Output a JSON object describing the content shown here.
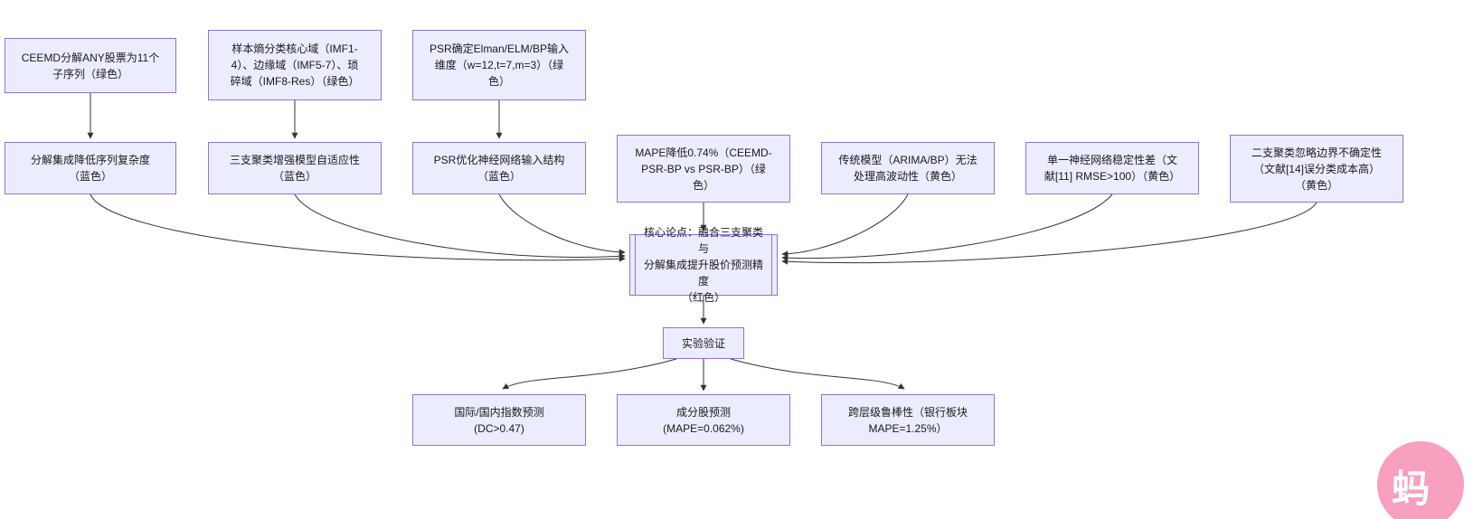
{
  "diagram": {
    "colors": {
      "node_fill": "#ECECFF",
      "node_border": "#9370DB",
      "arrow": "#333333",
      "watermark_pink": "#F79FBE"
    },
    "nodes": [
      {
        "id": "ceemd-decompose",
        "label": "CEEMD分解ANY股票为11个\n子序列（绿色）"
      },
      {
        "id": "sample-entropy-domains",
        "label": "样本熵分类核心域（IMF1-\n4）、边缘域（IMF5-7）、琐\n碎域（IMF8-Res）（绿色）"
      },
      {
        "id": "psr-input-dims",
        "label": "PSR确定Elman/ELM/BP输入\n维度（w=12,t=7,m=3）（绿\n色）"
      },
      {
        "id": "decomp-reduce-complexity",
        "label": "分解集成降低序列复杂度\n（蓝色）"
      },
      {
        "id": "three-way-adaptivity",
        "label": "三支聚类增强模型自适应性\n（蓝色）"
      },
      {
        "id": "psr-optimize-input",
        "label": "PSR优化神经网络输入结构\n（蓝色）"
      },
      {
        "id": "mape-improvement",
        "label": "MAPE降低0.74%（CEEMD-\nPSR-BP vs PSR-BP）（绿\n色）"
      },
      {
        "id": "traditional-model-limit",
        "label": "传统模型（ARIMA/BP）无法\n处理高波动性（黄色）"
      },
      {
        "id": "single-nn-instability",
        "label": "单一神经网络稳定性差（文\n献[11] RMSE>100）（黄色）"
      },
      {
        "id": "two-way-boundary-issue",
        "label": "二支聚类忽略边界不确定性\n（文献[14]误分类成本高）\n（黄色）"
      },
      {
        "id": "core-thesis",
        "label": "核心论点：融合三支聚类与\n分解集成提升股价预测精度\n（红色）"
      },
      {
        "id": "experiment-validation",
        "label": "实验验证"
      },
      {
        "id": "index-prediction",
        "label": "国际/国内指数预测\n(DC>0.47)"
      },
      {
        "id": "constituent-prediction",
        "label": "成分股预测\n(MAPE=0.062%)"
      },
      {
        "id": "cross-level-robustness",
        "label": "跨层级鲁棒性（银行板块\nMAPE=1.25%）"
      }
    ],
    "edges": [
      {
        "from": "ceemd-decompose",
        "to": "decomp-reduce-complexity"
      },
      {
        "from": "sample-entropy-domains",
        "to": "three-way-adaptivity"
      },
      {
        "from": "psr-input-dims",
        "to": "psr-optimize-input"
      },
      {
        "from": "decomp-reduce-complexity",
        "to": "core-thesis"
      },
      {
        "from": "three-way-adaptivity",
        "to": "core-thesis"
      },
      {
        "from": "psr-optimize-input",
        "to": "core-thesis"
      },
      {
        "from": "mape-improvement",
        "to": "core-thesis"
      },
      {
        "from": "traditional-model-limit",
        "to": "core-thesis"
      },
      {
        "from": "single-nn-instability",
        "to": "core-thesis"
      },
      {
        "from": "two-way-boundary-issue",
        "to": "core-thesis"
      },
      {
        "from": "core-thesis",
        "to": "experiment-validation"
      },
      {
        "from": "experiment-validation",
        "to": "index-prediction"
      },
      {
        "from": "experiment-validation",
        "to": "constituent-prediction"
      },
      {
        "from": "experiment-validation",
        "to": "cross-level-robustness"
      }
    ]
  },
  "watermark": {
    "glyph": "蚂"
  }
}
